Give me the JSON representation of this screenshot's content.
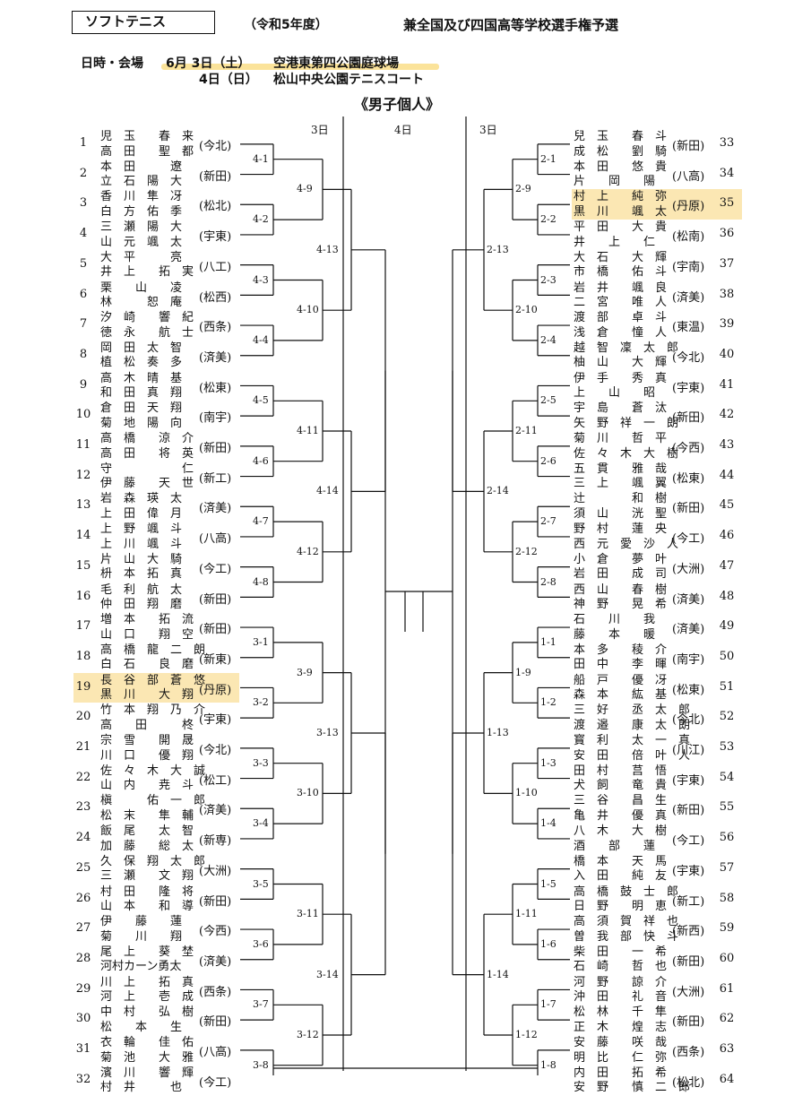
{
  "header": {
    "sport": "ソフトテニス",
    "era": "（令和5年度）",
    "event": "兼全国及び四国高等学校選手権予選",
    "venue_label": "日時・会場",
    "date1": "6月 3日（土）",
    "venue1": "空港東第四公園庭球場",
    "date2": "4日（日）",
    "venue2": "松山中央公園テニスコート",
    "division": "《男子個人》",
    "day3_left": "3日",
    "day4": "4日",
    "day3_right": "3日"
  },
  "left": [
    {
      "n": "1",
      "p1": "児　玉　　春　来",
      "p2": "高　田　　聖　都",
      "team": "(今北)"
    },
    {
      "n": "2",
      "p1": "本　田　　　遼",
      "p2": "立　石　陽　大",
      "team": "(新田)"
    },
    {
      "n": "3",
      "p1": "香　川　隼　冴",
      "p2": "白　方　佑　季",
      "team": "(松北)"
    },
    {
      "n": "4",
      "p1": "三　瀬　陽　大",
      "p2": "山　元　颯　太",
      "team": "(宇東)"
    },
    {
      "n": "5",
      "p1": "大　平　　　亮",
      "p2": "井　上　　拓　実",
      "team": "(八工)"
    },
    {
      "n": "6",
      "p1": "栗　　山　　凌",
      "p2": "林　　　恕　庵",
      "team": "(松西)"
    },
    {
      "n": "7",
      "p1": "汐　崎　　響　紀",
      "p2": "徳　永　　航　士",
      "team": "(西条)"
    },
    {
      "n": "8",
      "p1": "岡　田　太　智",
      "p2": "植　松　奏　多",
      "team": "(済美)"
    },
    {
      "n": "9",
      "p1": "高　木　晴　基",
      "p2": "和　田　真　翔",
      "team": "(松東)"
    },
    {
      "n": "10",
      "p1": "倉　田　天　翔",
      "p2": "菊　地　陽　向",
      "team": "(南宇)"
    },
    {
      "n": "11",
      "p1": "高　橋　　涼　介",
      "p2": "高　田　　将　英",
      "team": "(新田)"
    },
    {
      "n": "12",
      "p1": "守　　　　　　仁",
      "p2": "伊　藤　　天　世",
      "team": "(新工)"
    },
    {
      "n": "13",
      "p1": "岩　森　瑛　太",
      "p2": "上　田　偉　月",
      "team": "(済美)"
    },
    {
      "n": "14",
      "p1": "上　野　颯　斗",
      "p2": "上　川　颯　斗",
      "team": "(八高)"
    },
    {
      "n": "15",
      "p1": "片　山　大　騎",
      "p2": "枡　本　拓　真",
      "team": "(今工)"
    },
    {
      "n": "16",
      "p1": "毛　利　航　太",
      "p2": "仲　田　翔　磨",
      "team": "(新田)"
    },
    {
      "n": "17",
      "p1": "増　本　　拓　流",
      "p2": "山　口　　翔　空",
      "team": "(新田)"
    },
    {
      "n": "18",
      "p1": "高　橋　龍　二　朗",
      "p2": "白　石　　良　磨",
      "team": "(新東)"
    },
    {
      "n": "19",
      "p1": "長　谷　部　蒼　悠",
      "p2": "黒　川　　大　翔",
      "team": "(丹原)"
    },
    {
      "n": "20",
      "p1": "竹　本　翔　乃　介",
      "p2": "高　　田　　　柊",
      "team": "(宇東)"
    },
    {
      "n": "21",
      "p1": "宗　雪　　開　晟",
      "p2": "川　口　　優　翔",
      "team": "(今北)"
    },
    {
      "n": "22",
      "p1": "佐　々　木　大　誠",
      "p2": "山　内　　尭　斗",
      "team": "(松工)"
    },
    {
      "n": "23",
      "p1": "槇　　　佑　一　郎",
      "p2": "松　末　　隼　輔",
      "team": "(済美)"
    },
    {
      "n": "24",
      "p1": "飯　尾　　太　智",
      "p2": "加　藤　　総　太",
      "team": "(新専)"
    },
    {
      "n": "25",
      "p1": "久　保　翔　太　郎",
      "p2": "三　瀬　　文　翔",
      "team": "(大洲)"
    },
    {
      "n": "26",
      "p1": "村　田　　隆　将",
      "p2": "山　本　　和　導",
      "team": "(新田)"
    },
    {
      "n": "27",
      "p1": "伊　　藤　　蓮",
      "p2": "菊　　川　　翔",
      "team": "(今西)"
    },
    {
      "n": "28",
      "p1": "尾　上　　葵　埜",
      "p2": "河村カーン勇太",
      "team": "(済美)"
    },
    {
      "n": "29",
      "p1": "川　上　　拓　真",
      "p2": "河　上　　壱　成",
      "team": "(西条)"
    },
    {
      "n": "30",
      "p1": "中　村　　弘　樹",
      "p2": "松　　本　　生",
      "team": "(新田)"
    },
    {
      "n": "31",
      "p1": "衣　輪　　佳　佑",
      "p2": "菊　池　　大　雅",
      "team": "(八高)"
    },
    {
      "n": "32",
      "p1": "濱　川　　響　輝",
      "p2": "村　井　　　也",
      "team": "(今工)"
    }
  ],
  "right": [
    {
      "n": "33",
      "p1": "兒　玉　　春　斗",
      "p2": "成　松　　劉　騎",
      "team": "(新田)"
    },
    {
      "n": "34",
      "p1": "本　田　　悠　貴",
      "p2": "片　　岡　　陽",
      "team": "(八高)"
    },
    {
      "n": "35",
      "p1": "村　上　　純　弥",
      "p2": "黒　川　　颯　太",
      "team": "(丹原)"
    },
    {
      "n": "36",
      "p1": "平　田　　大　貴",
      "p2": "井　　上　　仁",
      "team": "(松南)"
    },
    {
      "n": "37",
      "p1": "大　石　　大　輝",
      "p2": "市　橋　　佑　斗",
      "team": "(宇南)"
    },
    {
      "n": "38",
      "p1": "岩　井　　颯　良",
      "p2": "二　宮　　唯　人",
      "team": "(済美)"
    },
    {
      "n": "39",
      "p1": "渡　部　　卓　斗",
      "p2": "浅　倉　　憧　人",
      "team": "(東温)"
    },
    {
      "n": "40",
      "p1": "越　智　凜　太　郎",
      "p2": "柚　山　　大　輝",
      "team": "(今北)"
    },
    {
      "n": "41",
      "p1": "伊　手　　秀　真",
      "p2": "上　　山　　昭",
      "team": "(宇東)"
    },
    {
      "n": "42",
      "p1": "宇　島　　蒼　汰",
      "p2": "矢　野　祥　一　朗",
      "team": "(新田)"
    },
    {
      "n": "43",
      "p1": "菊　川　　哲　平",
      "p2": "佐　々　木　大　樹",
      "team": "(今西)"
    },
    {
      "n": "44",
      "p1": "五　貫　　雅　哉",
      "p2": "三　上　　颯　翼",
      "team": "(松東)"
    },
    {
      "n": "45",
      "p1": "辻　　　　和　樹",
      "p2": "須　山　　洸　聖",
      "team": "(新田)"
    },
    {
      "n": "46",
      "p1": "野　村　　蓮　央",
      "p2": "西　元　愛　沙　人",
      "team": "(今工)"
    },
    {
      "n": "47",
      "p1": "小　倉　　夢　叶",
      "p2": "岩　田　　成　司",
      "team": "(大洲)"
    },
    {
      "n": "48",
      "p1": "西　山　　春　樹",
      "p2": "神　野　　晃　希",
      "team": "(済美)"
    },
    {
      "n": "49",
      "p1": "石　　川　　我",
      "p2": "藤　　本　　暖",
      "team": "(済美)"
    },
    {
      "n": "50",
      "p1": "本　多　　稜　介",
      "p2": "田　中　　李　暉",
      "team": "(南宇)"
    },
    {
      "n": "51",
      "p1": "船　戸　　優　冴",
      "p2": "森　本　　紘　基",
      "team": "(松東)"
    },
    {
      "n": "52",
      "p1": "三　好　　丞　太　郎",
      "p2": "渡　邉　　康　太　朗",
      "team": "(今北)"
    },
    {
      "n": "53",
      "p1": "寳　利　　太　一　真",
      "p2": "安　田　　倍　叶　人",
      "team": "(川江)"
    },
    {
      "n": "54",
      "p1": "田　村　　莒　悟",
      "p2": "犬　飼　　竜　貴",
      "team": "(宇東)"
    },
    {
      "n": "55",
      "p1": "三　谷　　昌　生",
      "p2": "亀　井　　優　真",
      "team": "(新田)"
    },
    {
      "n": "56",
      "p1": "八　木　　大　樹",
      "p2": "酒　　部　　蓮",
      "team": "(今工)"
    },
    {
      "n": "57",
      "p1": "橋　本　　天　馬",
      "p2": "入　田　　純　友",
      "team": "(宇東)"
    },
    {
      "n": "58",
      "p1": "高　橋　鼓　士　郎",
      "p2": "日　野　　明　恵",
      "team": "(新工)"
    },
    {
      "n": "59",
      "p1": "高　須　賀　祥　也",
      "p2": "曽　我　部　快　斗",
      "team": "(新西)"
    },
    {
      "n": "60",
      "p1": "柴　田　　一　希",
      "p2": "石　崎　　哲　也",
      "team": "(新田)"
    },
    {
      "n": "61",
      "p1": "河　野　　諒　介",
      "p2": "沖　田　　礼　音",
      "team": "(大洲)"
    },
    {
      "n": "62",
      "p1": "松　林　　千　隼",
      "p2": "正　木　　煌　志",
      "team": "(新田)"
    },
    {
      "n": "63",
      "p1": "安　藤　　咲　哉",
      "p2": "明　比　　仁　弥",
      "team": "(西条)"
    },
    {
      "n": "64",
      "p1": "内　田　　拓　希",
      "p2": "安　野　　慎　二　郎",
      "team": "(松北)"
    }
  ],
  "left_tags": {
    "r1": [
      "4-1",
      "4-2",
      "4-3",
      "4-4",
      "4-5",
      "4-6",
      "4-7",
      "4-8",
      "3-1",
      "3-2",
      "3-3",
      "3-4",
      "3-5",
      "3-6",
      "3-7",
      "3-8"
    ],
    "r2": [
      "4-9",
      "4-10",
      "4-11",
      "4-12",
      "3-9",
      "3-10",
      "3-11",
      "3-12"
    ],
    "r3": [
      "4-13",
      "4-14",
      "3-13",
      "3-14"
    ]
  },
  "right_tags": {
    "r1": [
      "2-1",
      "2-2",
      "2-3",
      "2-4",
      "2-5",
      "2-6",
      "2-7",
      "2-8",
      "1-1",
      "1-2",
      "1-3",
      "1-4",
      "1-5",
      "1-6",
      "1-7",
      "1-8"
    ],
    "r2": [
      "2-9",
      "2-10",
      "2-11",
      "2-12",
      "1-9",
      "1-10",
      "1-11",
      "1-12"
    ],
    "r3": [
      "2-13",
      "2-14",
      "1-13",
      "1-14"
    ]
  }
}
